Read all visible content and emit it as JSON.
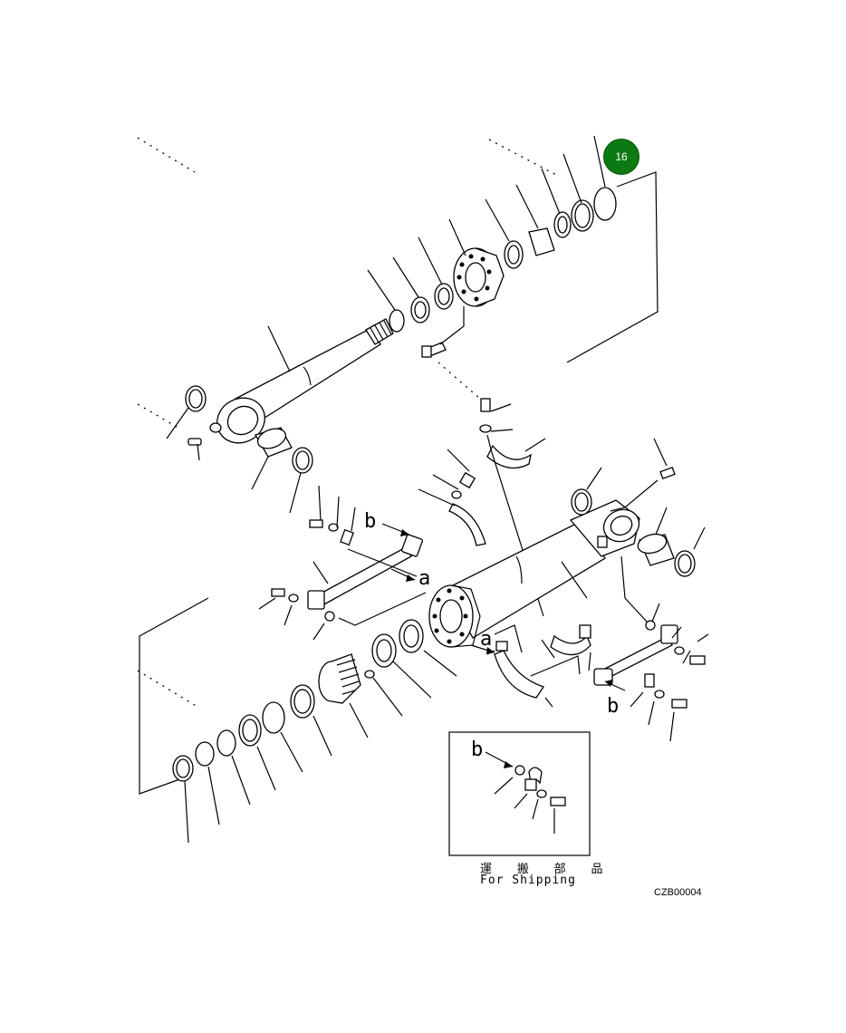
{
  "callout": {
    "number": "16",
    "color": "#0b7a12"
  },
  "flow_labels": {
    "a": "a",
    "b": "b"
  },
  "inset": {
    "label_jp": "運 搬 部 品",
    "label_en": "For Shipping"
  },
  "drawing_code": "CZB00004",
  "icons": {
    "arrow": "arrow-icon"
  }
}
